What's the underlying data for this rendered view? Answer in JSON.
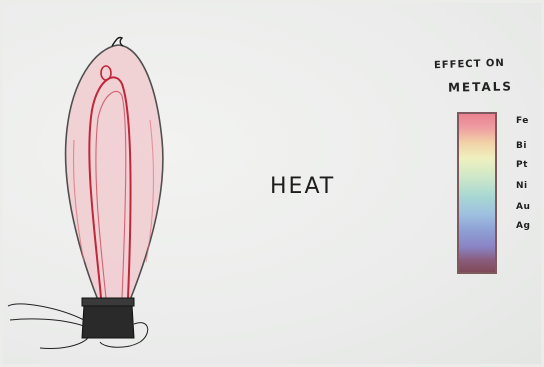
{
  "drawing": {
    "title": "HEAT",
    "legend_header_line1": "EFFECT ON",
    "legend_header_line2": "METALS",
    "metals": [
      "Fe",
      "Bi",
      "Pt",
      "Ni",
      "Au",
      "Ag"
    ]
  },
  "colors": {
    "background": "#ecedeb",
    "bulb_outline": "#1a1a1a",
    "filament": "#c0283a",
    "bulb_fill": "#f1c7cc",
    "base": "#2a2a2a",
    "colorbar_top": "#e8838f",
    "colorbar_bottom": "#7e4a58"
  }
}
